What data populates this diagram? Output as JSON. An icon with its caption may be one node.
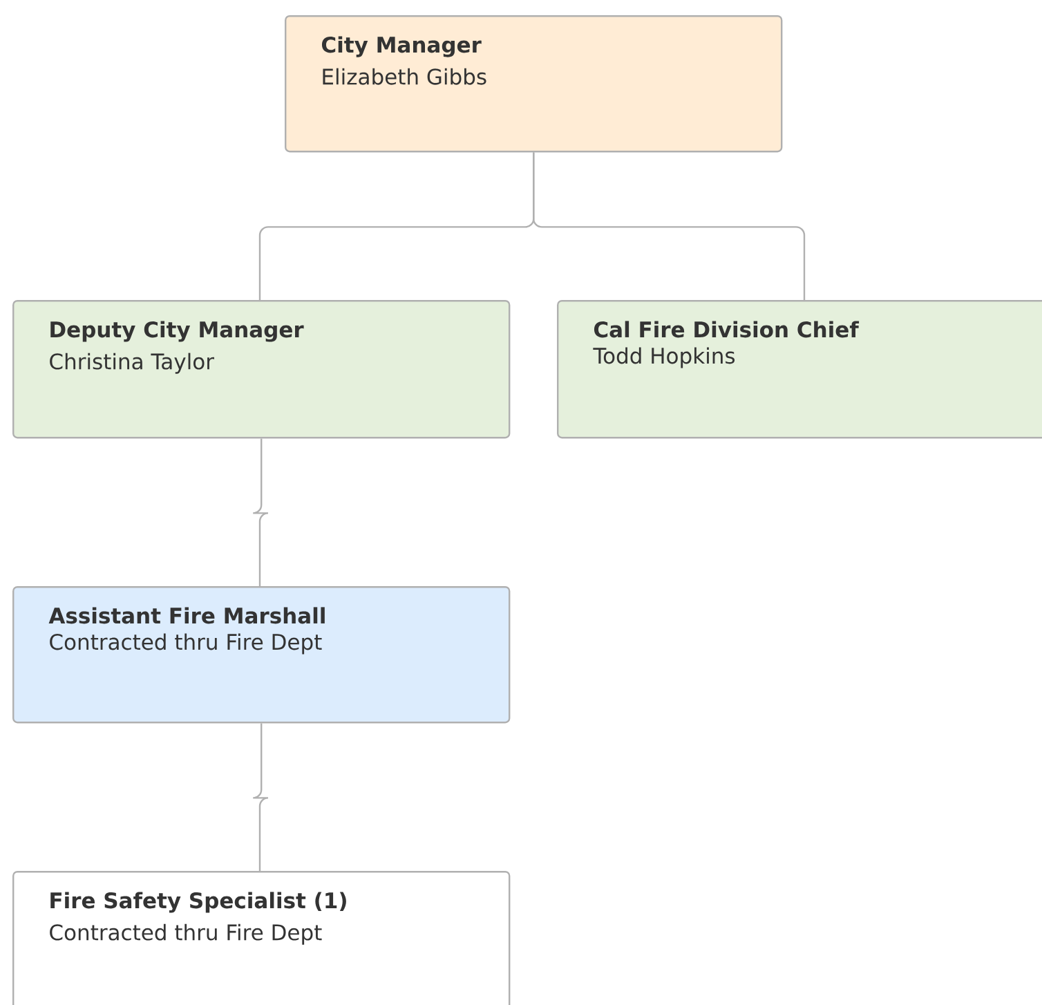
{
  "diagram": {
    "nodes": [
      {
        "text": [
          "City Manager",
          "Elizabeth Gibbs"
        ]
      },
      {
        "text": [
          "Deputy City Manager",
          "Christina Taylor"
        ]
      },
      {
        "text": [
          "Cal Fire Division Chief",
          "Todd Hopkins"
        ]
      },
      {
        "text": [
          "Assistant Fire Marshall",
          "Contracted thru Fire Dept"
        ]
      },
      {
        "text": [
          "Fire Safety Specialist (1)",
          "Contracted thru Fire Dept"
        ]
      }
    ],
    "edges": [
      {
        "from": 0,
        "to": 1,
        "arrow": "none"
      },
      {
        "from": 0,
        "to": 2,
        "arrow": "none"
      },
      {
        "from": 1,
        "to": 3,
        "arrow": "none"
      },
      {
        "from": 3,
        "to": 4,
        "arrow": "none"
      }
    ]
  }
}
